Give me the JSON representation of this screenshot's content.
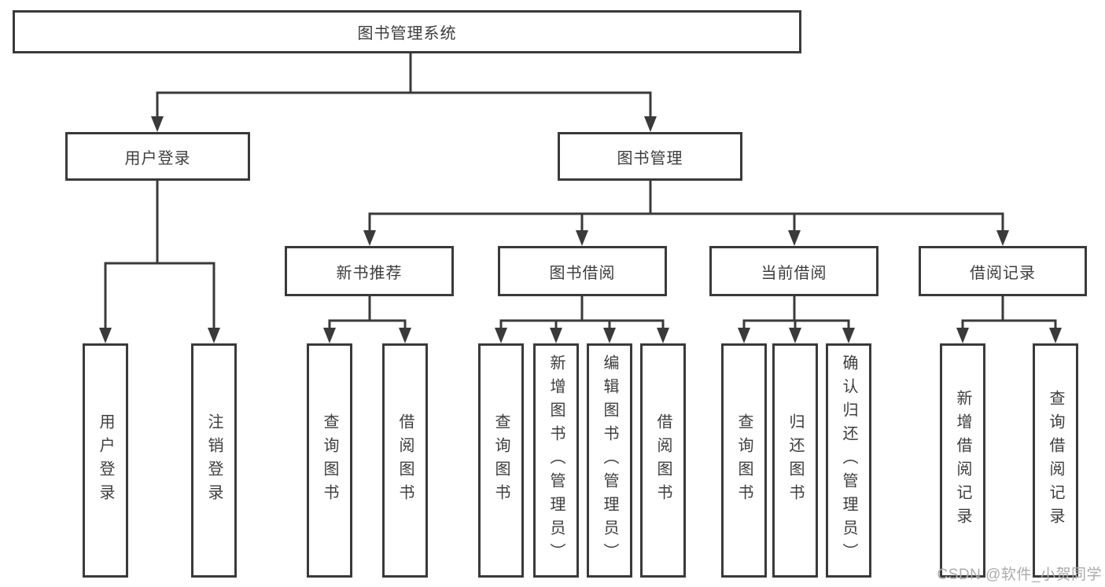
{
  "diagram": {
    "title": "图书管理系统",
    "level2": [
      {
        "label": "用户登录"
      },
      {
        "label": "图书管理"
      }
    ],
    "level3": [
      {
        "label": "新书推荐"
      },
      {
        "label": "图书借阅"
      },
      {
        "label": "当前借阅"
      },
      {
        "label": "借阅记录"
      }
    ],
    "leaves": [
      {
        "label": "用户登录"
      },
      {
        "label": "注销登录"
      },
      {
        "label": "查询图书"
      },
      {
        "label": "借阅图书"
      },
      {
        "label": "查询图书"
      },
      {
        "label": "新增图书（管理员）"
      },
      {
        "label": "编辑图书（管理员）"
      },
      {
        "label": "借阅图书"
      },
      {
        "label": "查询图书"
      },
      {
        "label": "归还图书"
      },
      {
        "label": "确认归还（管理员）"
      },
      {
        "label": "新增借阅记录"
      },
      {
        "label": "查询借阅记录"
      }
    ]
  },
  "watermark": "CSDN @软件_小贺同学",
  "colors": {
    "line": "#3a3a3a",
    "text": "#3d3d3d",
    "watermark": "#ababab",
    "background": "#ffffff"
  }
}
